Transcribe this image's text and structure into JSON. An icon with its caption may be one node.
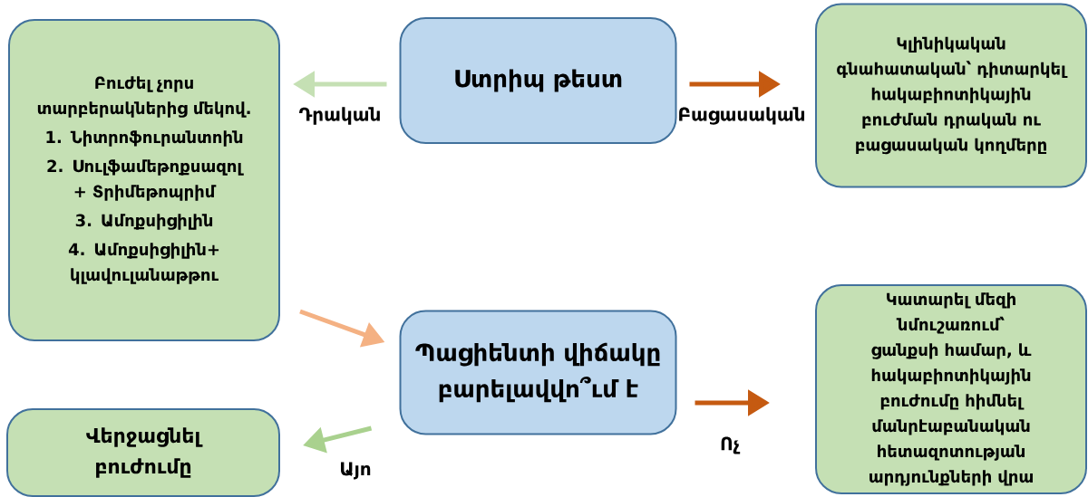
{
  "diagram": {
    "nodes": [
      {
        "text": [
          "Բուժել չորս տարբերակներից մեկով.",
          "1. Նիտրոֆուրանտոին",
          "2. Սուլֆամեթոքսազոլ + Տրիմեթոպրիմ",
          "3. Ամոքսիցիլին",
          "4. Ամոքսիցիլին+ կլավուլանաթթու"
        ]
      },
      {
        "text": [
          "Ստրիպ թեստ"
        ]
      },
      {
        "text": [
          "Կլինիկական գնահատական՝ դիտարկել հակաբիոտիկային բուժման դրական ու բացասական կողմերը"
        ]
      },
      {
        "text": [
          "Պացիենտի վիճակը բարելավվո՞ւմ է"
        ]
      },
      {
        "text": [
          "Վերջացնել բուժումը"
        ]
      },
      {
        "text": [
          "Կատարել մեզի նմուշառում՝ ցանքսի համար, և հակաբիոտիկային բուժումը հիմնել մանրէաբանական հետազոտության արդյունքների վրա"
        ]
      }
    ],
    "edges": [
      {
        "from": 1,
        "to": 0,
        "arrow": "to",
        "label": "Դրական",
        "color": "#c5e0b4"
      },
      {
        "from": 1,
        "to": 2,
        "arrow": "to",
        "label": "Բացասական",
        "color": "#c55a11"
      },
      {
        "from": 0,
        "to": 3,
        "arrow": "to",
        "color": "#f4b183"
      },
      {
        "from": 3,
        "to": 4,
        "arrow": "to",
        "label": "Այո",
        "color": "#a9d18e"
      },
      {
        "from": 3,
        "to": 5,
        "arrow": "to",
        "label": "Ոչ",
        "color": "#c55a11"
      }
    ]
  }
}
